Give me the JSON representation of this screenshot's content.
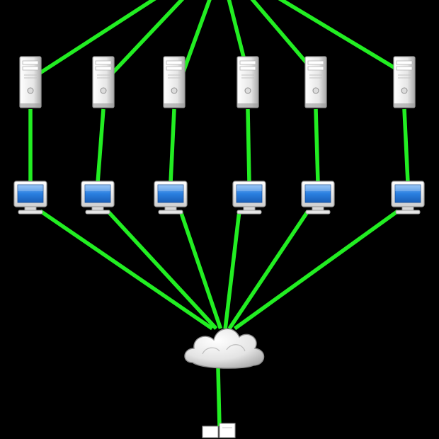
{
  "diagram": {
    "type": "network-topology",
    "colors": {
      "background": "#000000",
      "link": "#22ee22",
      "screen": "#2a7fe0",
      "device_light": "#f4f4f4",
      "device_shade": "#9a9a9a",
      "cloud_light": "#ffffff",
      "cloud_shade": "#b8b8b8"
    },
    "nodes": [
      {
        "id": "server-1",
        "kind": "server",
        "icon": "server-tower-icon"
      },
      {
        "id": "server-2",
        "kind": "server",
        "icon": "server-tower-icon"
      },
      {
        "id": "server-3",
        "kind": "server",
        "icon": "server-tower-icon"
      },
      {
        "id": "server-4",
        "kind": "server",
        "icon": "server-tower-icon"
      },
      {
        "id": "server-5",
        "kind": "server",
        "icon": "server-tower-icon"
      },
      {
        "id": "server-6",
        "kind": "server",
        "icon": "server-tower-icon"
      },
      {
        "id": "workstation-1",
        "kind": "workstation",
        "icon": "monitor-icon"
      },
      {
        "id": "workstation-2",
        "kind": "workstation",
        "icon": "monitor-icon"
      },
      {
        "id": "workstation-3",
        "kind": "workstation",
        "icon": "monitor-icon"
      },
      {
        "id": "workstation-4",
        "kind": "workstation",
        "icon": "monitor-icon"
      },
      {
        "id": "workstation-5",
        "kind": "workstation",
        "icon": "monitor-icon"
      },
      {
        "id": "workstation-6",
        "kind": "workstation",
        "icon": "monitor-icon"
      },
      {
        "id": "internet",
        "kind": "cloud",
        "icon": "cloud-icon"
      },
      {
        "id": "gateway",
        "kind": "device",
        "icon": "switch-icon"
      }
    ],
    "links": [
      [
        "uplink-1",
        "server-1"
      ],
      [
        "uplink-2",
        "server-2"
      ],
      [
        "uplink-3",
        "server-3"
      ],
      [
        "uplink-4",
        "server-4"
      ],
      [
        "uplink-5",
        "server-5"
      ],
      [
        "uplink-6",
        "server-6"
      ],
      [
        "server-1",
        "workstation-1"
      ],
      [
        "server-2",
        "workstation-2"
      ],
      [
        "server-3",
        "workstation-3"
      ],
      [
        "server-4",
        "workstation-4"
      ],
      [
        "server-5",
        "workstation-5"
      ],
      [
        "server-6",
        "workstation-6"
      ],
      [
        "workstation-1",
        "internet"
      ],
      [
        "workstation-2",
        "internet"
      ],
      [
        "workstation-3",
        "internet"
      ],
      [
        "workstation-4",
        "internet"
      ],
      [
        "workstation-5",
        "internet"
      ],
      [
        "workstation-6",
        "internet"
      ],
      [
        "internet",
        "gateway"
      ]
    ]
  }
}
